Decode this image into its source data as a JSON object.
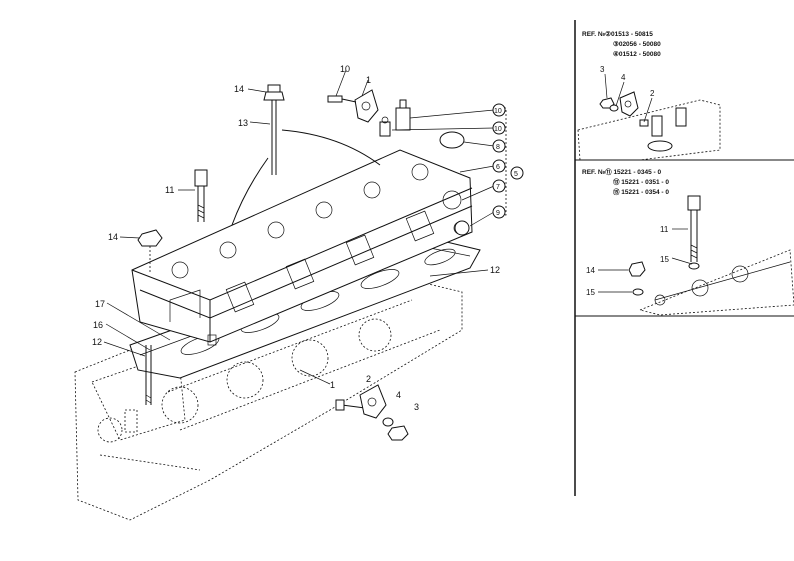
{
  "main": {
    "callouts": [
      {
        "id": "c14a",
        "text": "14"
      },
      {
        "id": "c13",
        "text": "13"
      },
      {
        "id": "c10",
        "text": "10"
      },
      {
        "id": "c1a",
        "text": "1"
      },
      {
        "id": "c11",
        "text": "11"
      },
      {
        "id": "c14b",
        "text": "14"
      },
      {
        "id": "c12a",
        "text": "12"
      },
      {
        "id": "c17",
        "text": "17"
      },
      {
        "id": "c16",
        "text": "16"
      },
      {
        "id": "c12b",
        "text": "12"
      },
      {
        "id": "c1b",
        "text": "1"
      },
      {
        "id": "c2",
        "text": "2"
      },
      {
        "id": "c4",
        "text": "4"
      },
      {
        "id": "c3",
        "text": "3"
      },
      {
        "id": "r1",
        "text": "10"
      },
      {
        "id": "r2",
        "text": "10"
      },
      {
        "id": "r3",
        "text": "8"
      },
      {
        "id": "r4",
        "text": "6"
      },
      {
        "id": "r5",
        "text": "7"
      },
      {
        "id": "r6",
        "text": "9"
      },
      {
        "id": "r7",
        "text": "5"
      }
    ]
  },
  "inset_top": {
    "ref_lines": [
      "REF. №②01513 - 50815",
      "③02056 - 50080",
      "④01512 - 50080"
    ],
    "callouts": [
      "3",
      "4",
      "2"
    ]
  },
  "inset_bottom": {
    "ref_lines": [
      "REF. №⑪ 15221 - 0345 - 0",
      "⑬ 15221 - 0351 - 0",
      "⑮ 15221 - 0354 - 0"
    ],
    "callouts": [
      "11",
      "15",
      "14",
      "15"
    ]
  }
}
